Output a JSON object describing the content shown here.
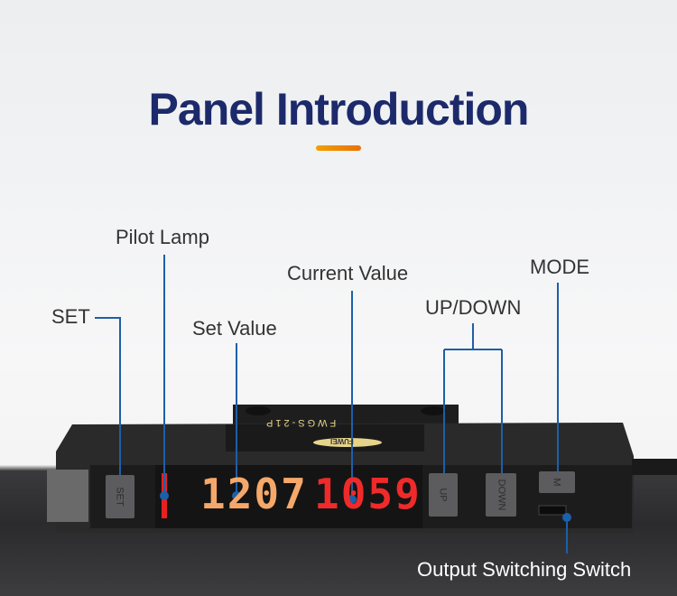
{
  "title": "Panel Introduction",
  "labels": {
    "set": "SET",
    "pilot_lamp": "Pilot Lamp",
    "set_value": "Set Value",
    "current_value": "Current Value",
    "up_down": "UP/DOWN",
    "mode": "MODE",
    "output_switch": "Output Switching Switch"
  },
  "device": {
    "model": "FWGS-21P",
    "brand": "FUWEI",
    "set_display": "1207",
    "current_display": "1059",
    "buttons": {
      "set": "SET",
      "up": "UP",
      "down": "DOWN",
      "mode": "M"
    }
  },
  "colors": {
    "title": "#1c2a6b",
    "accent": "#e8820c",
    "line": "#1d5fa8",
    "set_digits": "#f5a86a",
    "current_digits": "#f02a2a"
  }
}
